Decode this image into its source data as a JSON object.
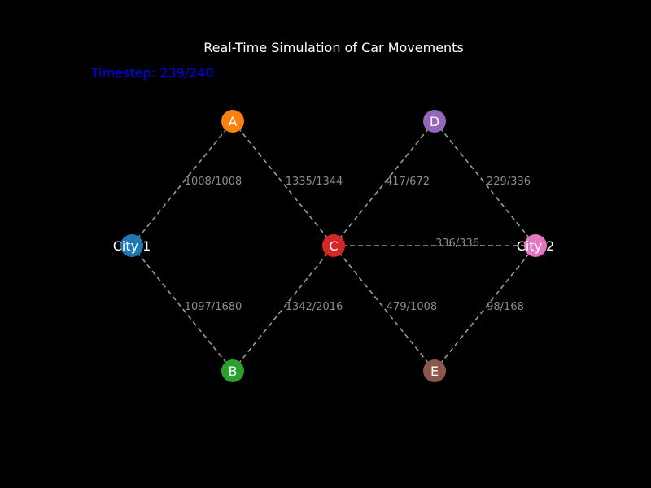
{
  "title": "Real-Time Simulation of Car Movements",
  "timestep": "Timestep: 239/240",
  "colors": {
    "background": "#000000",
    "title": "#ffffff",
    "timestep": "#0000ff",
    "edge": "#9a9a9a",
    "edge_label": "#8c8c8c",
    "node_label": "#ffffff"
  },
  "nodes": [
    {
      "id": "City 1",
      "label": "City 1",
      "color": "#1f77b4"
    },
    {
      "id": "A",
      "label": "A",
      "color": "#ff7f0e"
    },
    {
      "id": "B",
      "label": "B",
      "color": "#2ca02c"
    },
    {
      "id": "C",
      "label": "C",
      "color": "#d62728"
    },
    {
      "id": "D",
      "label": "D",
      "color": "#9467bd"
    },
    {
      "id": "E",
      "label": "E",
      "color": "#8c564b"
    },
    {
      "id": "City 2",
      "label": "City 2",
      "color": "#e377c2"
    }
  ],
  "edges": [
    {
      "from": "City 1",
      "to": "A",
      "label": "1008/1008"
    },
    {
      "from": "A",
      "to": "C",
      "label": "1335/1344"
    },
    {
      "from": "City 1",
      "to": "B",
      "label": "1097/1680"
    },
    {
      "from": "B",
      "to": "C",
      "label": "1342/2016"
    },
    {
      "from": "C",
      "to": "D",
      "label": "417/672"
    },
    {
      "from": "D",
      "to": "City 2",
      "label": "229/336"
    },
    {
      "from": "C",
      "to": "City 2",
      "label": "336/336"
    },
    {
      "from": "C",
      "to": "E",
      "label": "479/1008"
    },
    {
      "from": "E",
      "to": "City 2",
      "label": "98/168"
    }
  ]
}
